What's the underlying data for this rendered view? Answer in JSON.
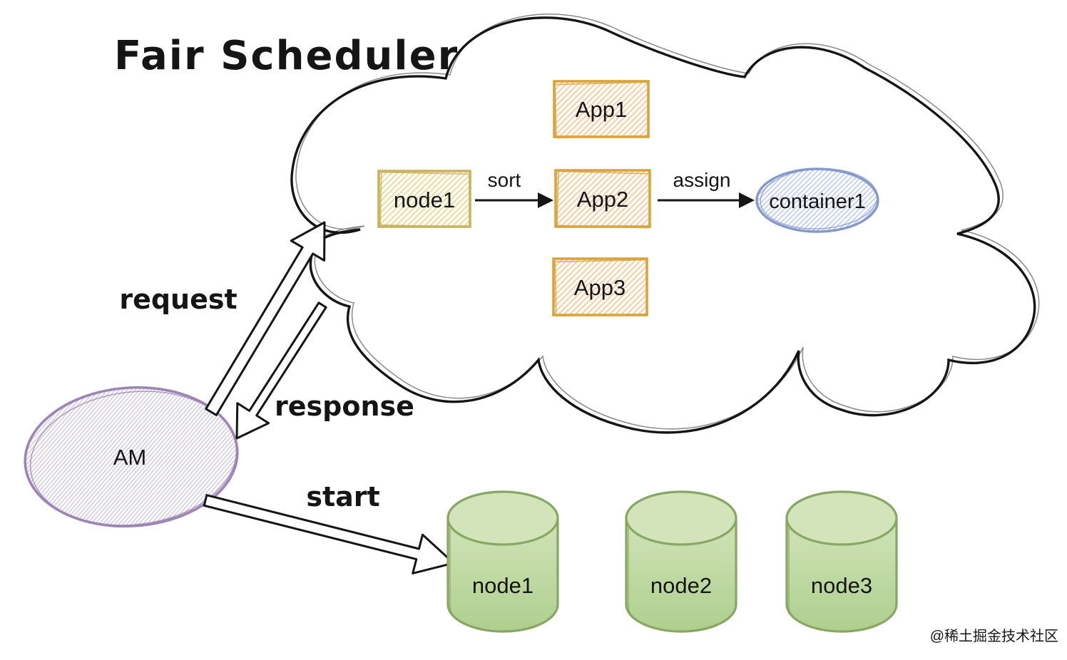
{
  "title": "Fair Scheduler",
  "scheduler_cloud": {
    "app_queue": [
      {
        "label": "App1"
      },
      {
        "label": "App2"
      },
      {
        "label": "App3"
      }
    ],
    "node_box": {
      "label": "node1"
    },
    "container": {
      "label": "container1"
    },
    "sort_arrow_label": "sort",
    "assign_arrow_label": "assign"
  },
  "am": {
    "label": "AM"
  },
  "arrows": {
    "request_label": "request",
    "response_label": "response",
    "start_label": "start"
  },
  "node_cylinders": [
    {
      "label": "node1"
    },
    {
      "label": "node2"
    },
    {
      "label": "node3"
    }
  ],
  "watermark": "@稀土掘金技术社区",
  "colors": {
    "ink": "#151515",
    "app_border": "#D9A43C",
    "app_hatch": "#F3D2AB",
    "node_box_border": "#CBB25C",
    "node_box_hatch": "#EADFA4",
    "container_border": "#8599C9",
    "container_hatch": "#C6D2EC",
    "am_border": "#9C85B5",
    "am_hatch": "#D5CFDE",
    "cylinder_border": "#87A763",
    "cylinder_top": "#D3E4BA",
    "cylinder_fill_light": "#D7E8C2",
    "cylinder_fill_dark": "#AFCF8E",
    "watermark": "#C9C9C9"
  }
}
